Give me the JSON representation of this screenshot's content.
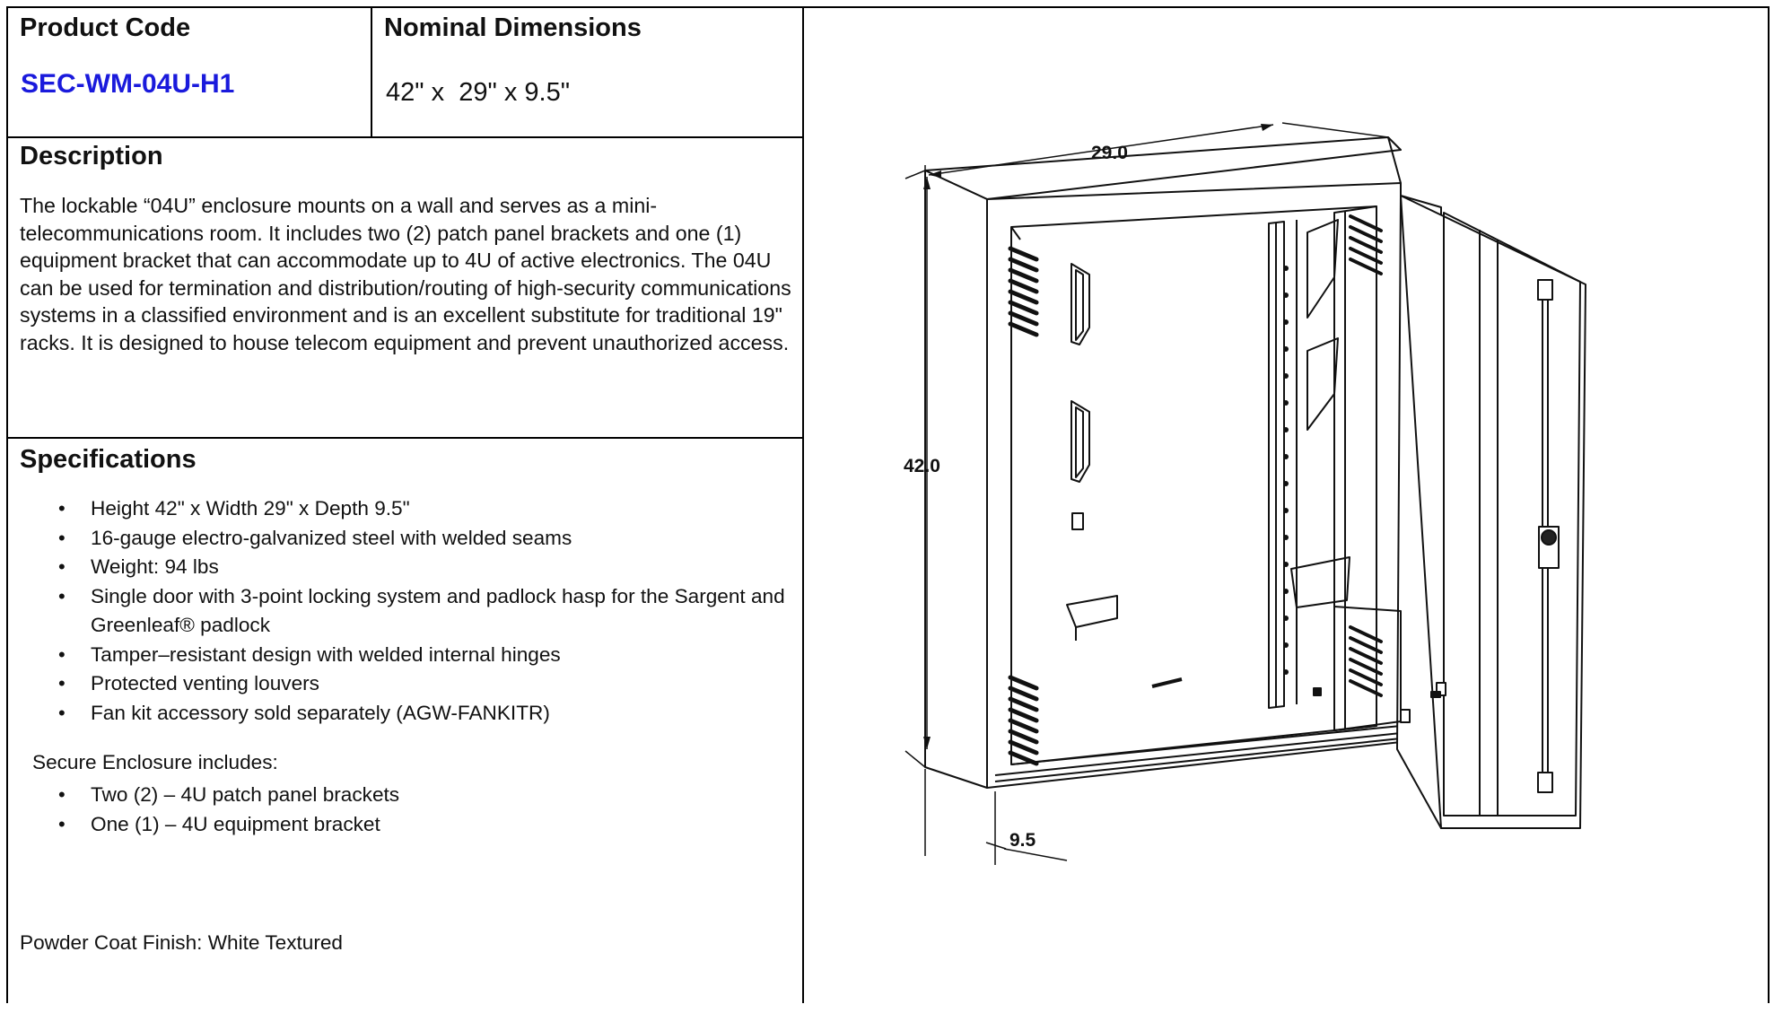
{
  "header": {
    "product_code_label": "Product Code",
    "product_code": "SEC-WM-04U-H1",
    "dimensions_label": "Nominal Dimensions",
    "dimensions": "42\" x  29\" x 9.5\""
  },
  "description": {
    "title": "Description",
    "text": "The lockable “04U” enclosure mounts on a wall and serves as a mini-telecommunications room. It includes two (2) patch panel brackets and one (1) equipment bracket that can accommodate up to 4U of active electronics. The 04U can be used for termination and distribution/routing of high-security communications systems in a classified environment and is an excellent substitute for traditional 19\" racks. It is designed to house telecom equipment and prevent unauthorized access."
  },
  "specifications": {
    "title": "Specifications",
    "items": [
      "Height 42\" x Width 29\" x Depth 9.5\"",
      "16-gauge electro-galvanized steel with welded seams",
      "Weight: 94 lbs",
      "Single door with 3-point locking system and padlock hasp for the Sargent and Greenleaf® padlock",
      "Tamper–resistant design with welded internal hinges",
      "Protected venting louvers",
      "Fan kit accessory sold separately (AGW-FANKITR)"
    ],
    "includes_label": "Secure Enclosure includes:",
    "includes": [
      "Two (2) – 4U patch panel brackets",
      "One (1) – 4U equipment bracket"
    ],
    "finish": "Powder Coat Finish: White Textured"
  },
  "drawing": {
    "width_dim": "29.0",
    "height_dim": "42.0",
    "depth_dim": "9.5"
  }
}
